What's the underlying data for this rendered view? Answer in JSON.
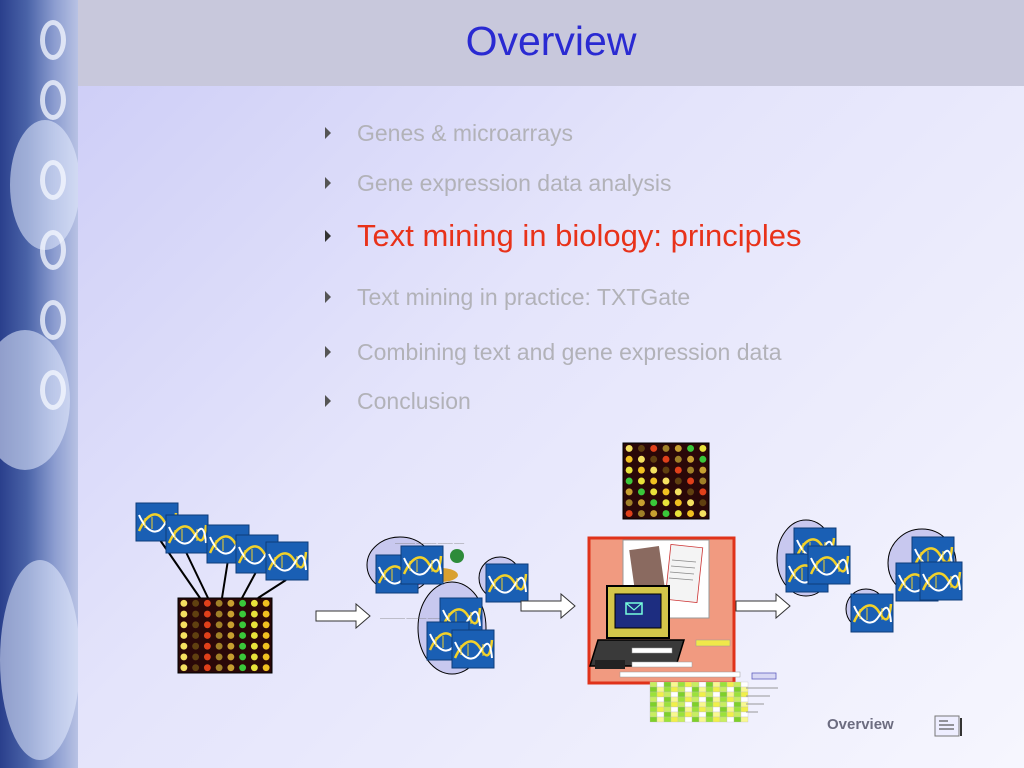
{
  "slide": {
    "title": "Overview",
    "bullets": [
      {
        "label": "Genes & microarrays",
        "active": false
      },
      {
        "label": "Gene expression data analysis",
        "active": false
      },
      {
        "label": "Text mining in biology: principles",
        "active": true
      },
      {
        "label": "Text mining in practice: TXTGate",
        "active": false
      },
      {
        "label": "Combining text and gene expression data",
        "active": false
      },
      {
        "label": "Conclusion",
        "active": false
      }
    ]
  },
  "footer": {
    "label": "Overview",
    "nav_icon": "slide-navigation-icon"
  },
  "colors": {
    "title": "#2a2ad2",
    "active_bullet": "#e8321a",
    "inactive_bullet": "#b2b2b8",
    "header_band": "#c8c8dc",
    "dna_tile": "#1a5fb4",
    "microarray_bg": "#2a0808",
    "computer_panel": "#f19a80"
  },
  "icons": [
    "dna-helix-icon",
    "microarray-icon",
    "arrow-icon",
    "computer-icon",
    "document-icon",
    "heatmap-icon",
    "slide-navigation-icon"
  ]
}
